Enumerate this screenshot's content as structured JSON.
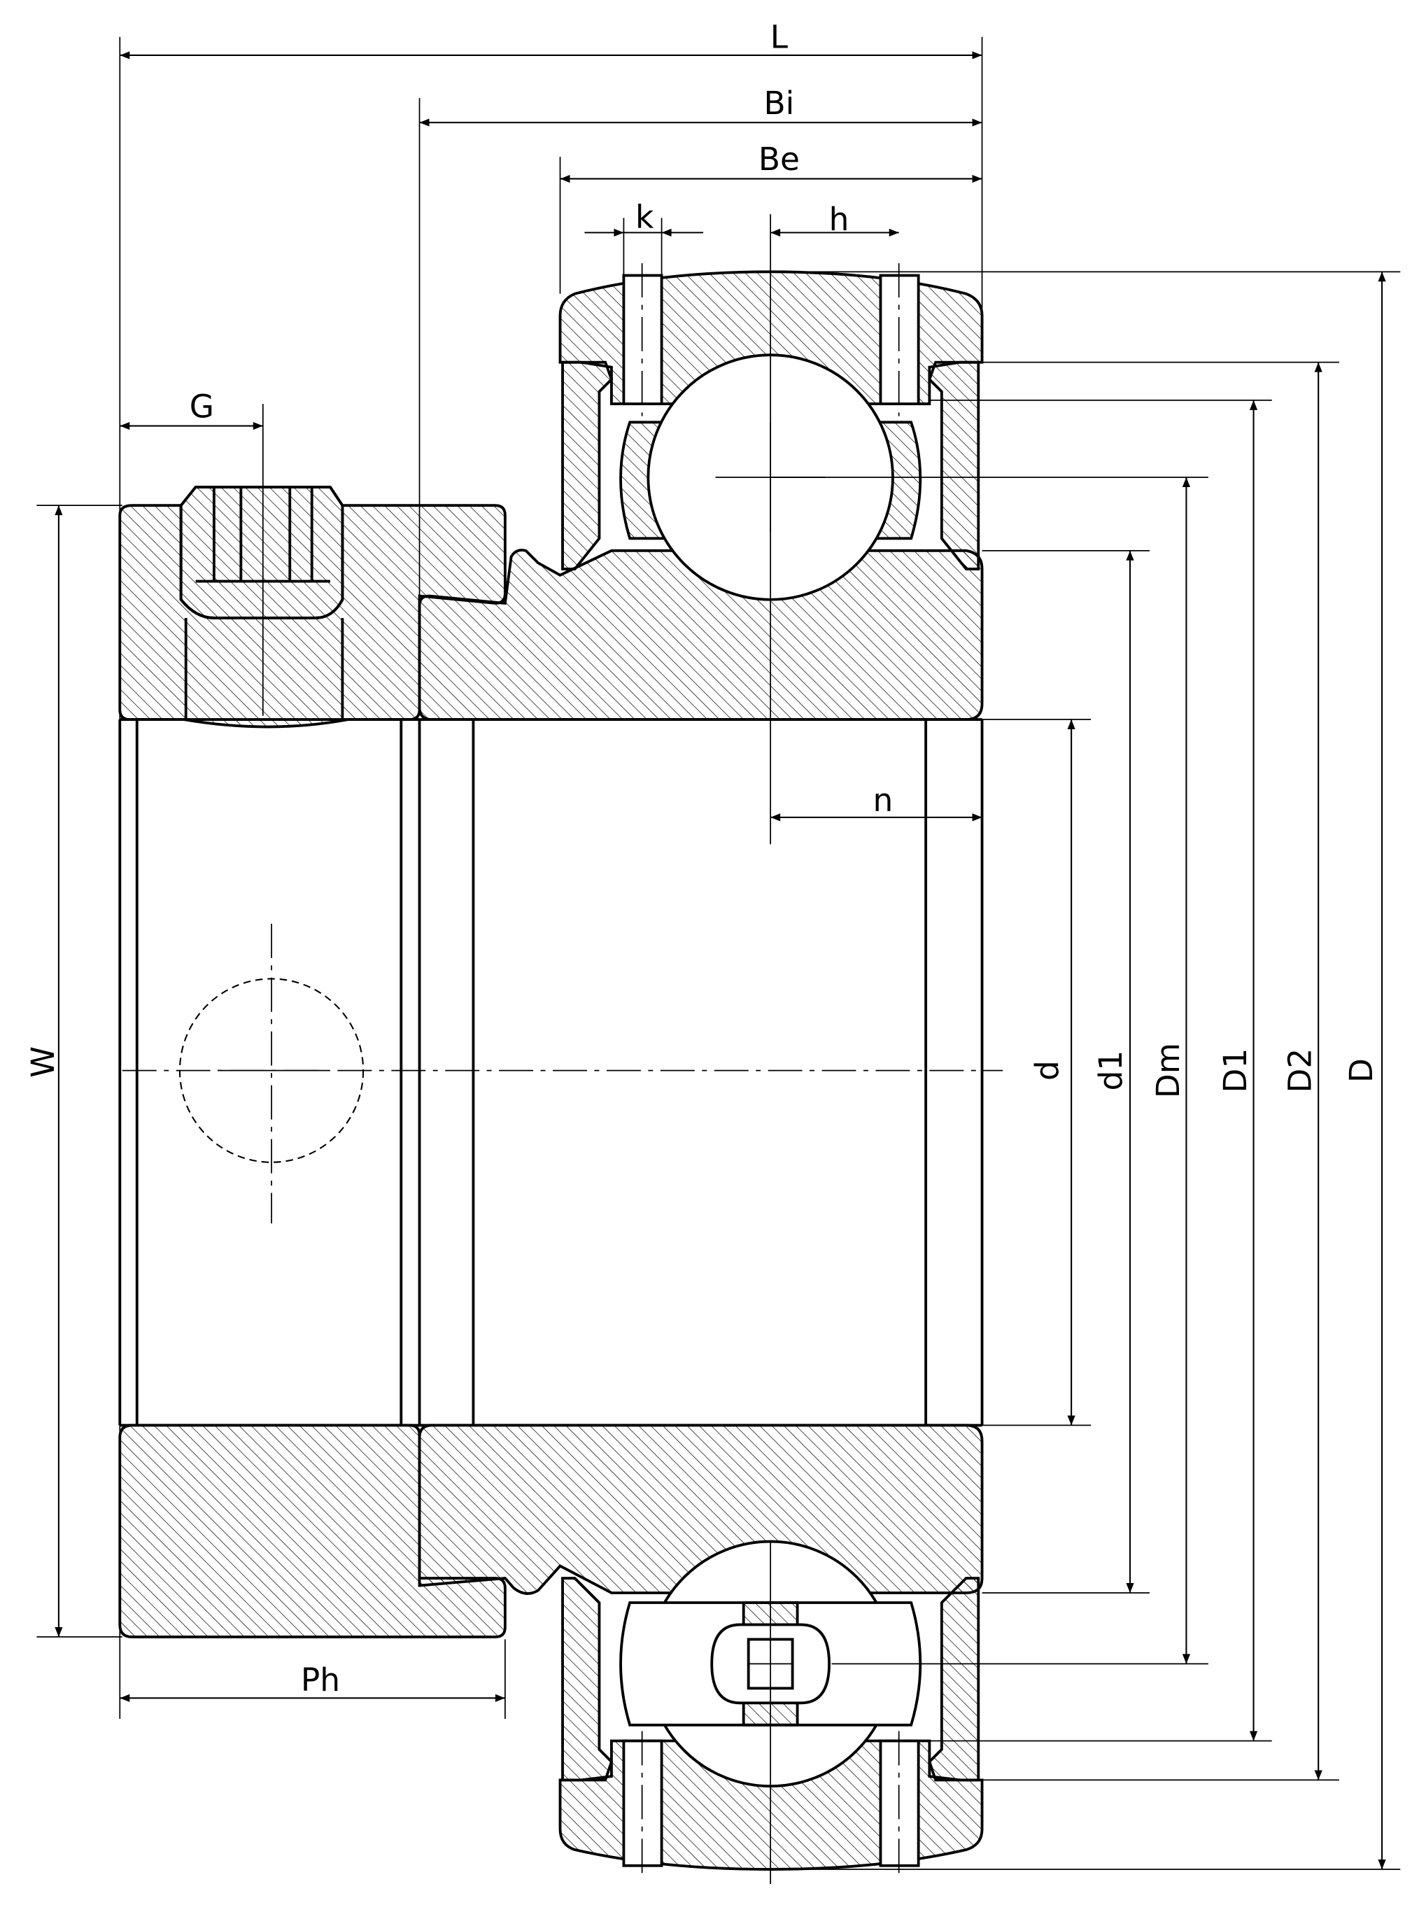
{
  "diagram": {
    "title": "Insert bearing with eccentric locking collar - dimension drawing",
    "labels": {
      "L": "L",
      "Bi": "Bi",
      "Be": "Be",
      "k": "k",
      "h": "h",
      "G": "G",
      "W": "W",
      "Ph": "Ph",
      "n": "n",
      "d": "d",
      "d1": "d1",
      "Dm": "Dm",
      "D1": "D1",
      "D2": "D2",
      "D": "D"
    },
    "colors": {
      "line": "#000000",
      "background": "#ffffff"
    }
  }
}
